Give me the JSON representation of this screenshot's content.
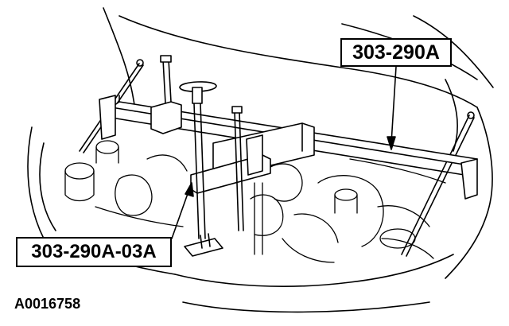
{
  "diagram": {
    "callouts": [
      {
        "id": "tool-303-290A",
        "label": "303-290A"
      },
      {
        "id": "tool-303-290A-03A",
        "label": "303-290A-03A"
      }
    ],
    "figure_id": "A0016758",
    "colors": {
      "ink": "#000000",
      "paper": "#ffffff"
    }
  }
}
